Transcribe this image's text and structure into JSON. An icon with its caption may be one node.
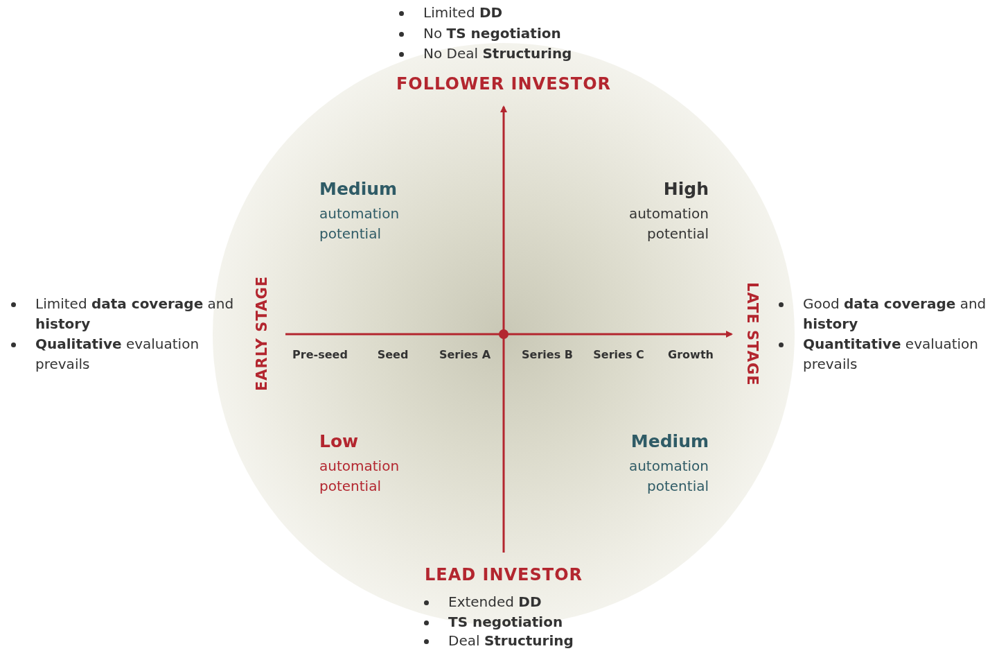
{
  "diagram": {
    "labels": [
      "Limited **DD**",
      "No **TS negotiation**",
      "No Deal **Structuring**",
      "FOLLOWER INVESTOR",
      "Medium",
      "automation potential",
      "High",
      "automation potential",
      "Limited **data coverage** and **history**",
      "**Qualitative** evaluation prevails",
      "EARLY STAGE",
      "Pre-seed",
      "Seed",
      "Series A",
      "Series B",
      "Series C",
      "Growth",
      "LATE STAGE",
      "Good **data coverage** and **history**",
      "**Quantitative** evaluation prevails",
      "Low",
      "automation potential",
      "Medium",
      "automation potential",
      "LEAD INVESTOR",
      "Extended **DD**",
      "**TS negotiation**",
      "Deal **Structuring**"
    ]
  }
}
